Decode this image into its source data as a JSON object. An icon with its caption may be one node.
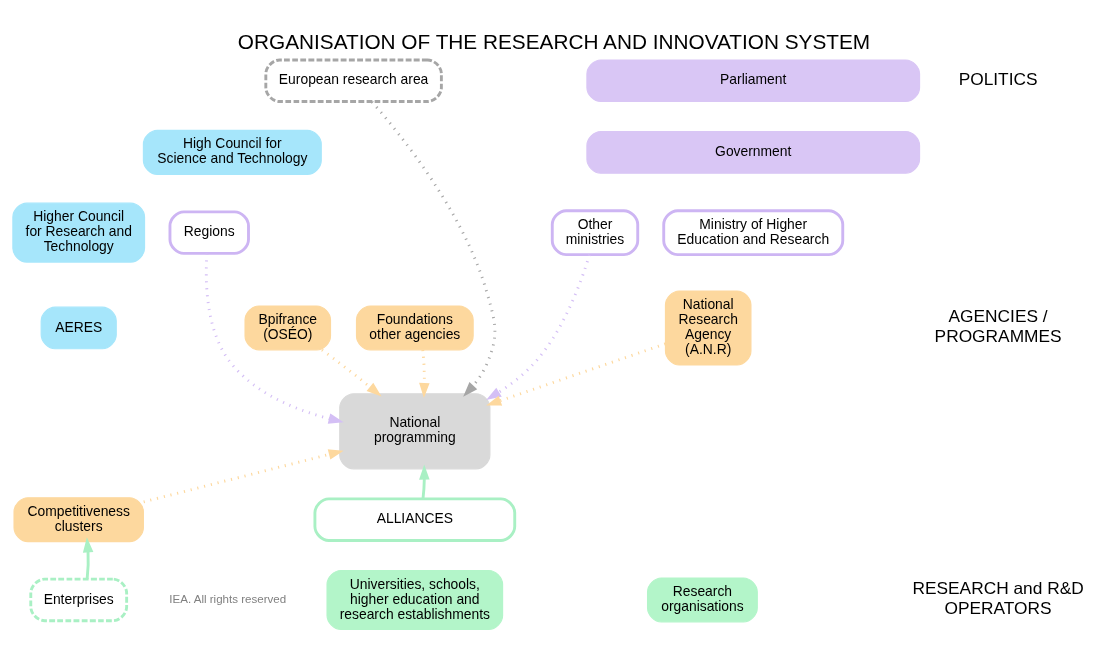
{
  "diagram": {
    "title": "ORGANISATION OF THE RESEARCH AND INNOVATION SYSTEM",
    "nodes": [
      {
        "text": [
          "Parliament"
        ]
      },
      {
        "text": [
          "Government"
        ]
      },
      {
        "text": [
          "Other ministries"
        ]
      },
      {
        "text": [
          "Ministry of Higher Education and Research"
        ]
      },
      {
        "text": [
          "Regions"
        ]
      },
      {
        "text": [
          "European research area"
        ]
      },
      {
        "text": [
          "High Council for Science and Technology"
        ]
      },
      {
        "text": [
          "Higher Council for Research and Technology"
        ]
      },
      {
        "text": [
          "National Research Agency (A.N.R)"
        ]
      },
      {
        "text": [
          "Foundations other agencies"
        ]
      },
      {
        "text": [
          "Bpifrance (OSÉO)"
        ]
      },
      {
        "text": [
          "National programming"
        ]
      },
      {
        "text": [
          "Competitiveness clusters"
        ]
      },
      {
        "text": [
          "AERES"
        ]
      },
      {
        "text": [
          "ALLIANCES"
        ]
      },
      {
        "text": [
          "Research organisations"
        ]
      },
      {
        "text": [
          "Universities, schools, higher education and research establishments"
        ]
      },
      {
        "text": [
          "Enterprises"
        ]
      }
    ],
    "edges": [
      {
        "from": 2,
        "to": 11,
        "arrow": "to",
        "style": "dashed",
        "color": "#d4bff5"
      },
      {
        "from": 9,
        "to": 11,
        "arrow": "to",
        "style": "dashed",
        "color": "#fdd89e"
      },
      {
        "from": 8,
        "to": 11,
        "arrow": "to",
        "style": "dashed",
        "color": "#fdd89e"
      },
      {
        "from": 10,
        "to": 11,
        "arrow": "to",
        "style": "dashed",
        "color": "#fdd89e"
      },
      {
        "from": 4,
        "to": 11,
        "arrow": "to",
        "style": "dashed",
        "color": "#d4bff5"
      },
      {
        "from": 5,
        "to": 11,
        "arrow": "to",
        "style": "dashed",
        "color": "#a6a6a6"
      },
      {
        "from": 12,
        "to": 11,
        "arrow": "to",
        "style": "dashed",
        "color": "#fdd89e"
      },
      {
        "from": 14,
        "to": 11,
        "arrow": "to",
        "color": "#a9f0c4"
      },
      {
        "from": 17,
        "to": 12,
        "arrow": "to",
        "color": "#a9f0c4"
      }
    ],
    "labels": [
      "POLITICS",
      "AGENCIES / PROGRAMMES",
      "RESEARCH and R&D OPERATORS",
      "IEA. All rights reserved"
    ]
  }
}
